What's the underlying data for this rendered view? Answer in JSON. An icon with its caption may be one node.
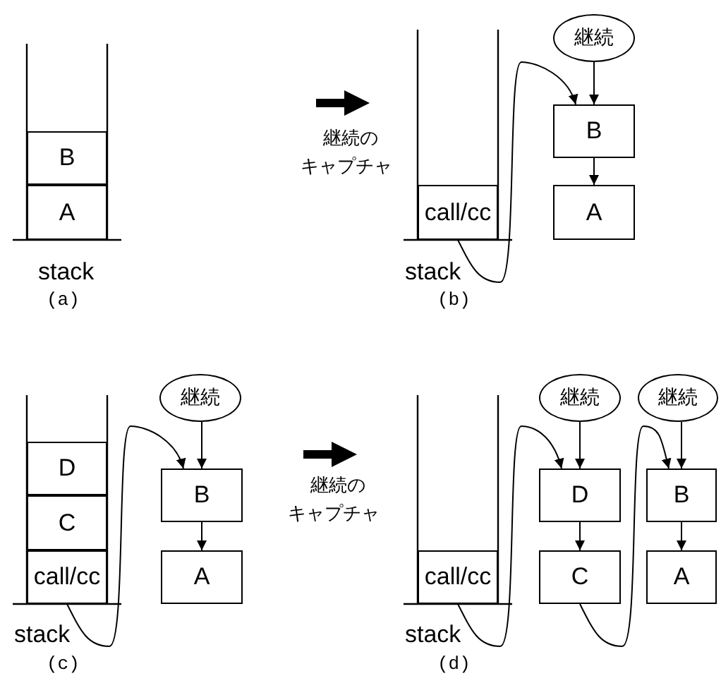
{
  "diagram": {
    "nodes": [
      {
        "text": [
          "B"
        ]
      },
      {
        "text": [
          "A"
        ]
      },
      {
        "text": [
          "call/cc"
        ]
      },
      {
        "text": [
          "継続"
        ]
      },
      {
        "text": [
          "B"
        ]
      },
      {
        "text": [
          "A"
        ]
      },
      {
        "text": [
          "D"
        ]
      },
      {
        "text": [
          "C"
        ]
      },
      {
        "text": [
          "call/cc"
        ]
      },
      {
        "text": [
          "継続"
        ]
      },
      {
        "text": [
          "B"
        ]
      },
      {
        "text": [
          "A"
        ]
      },
      {
        "text": [
          "call/cc"
        ]
      },
      {
        "text": [
          "継続"
        ]
      },
      {
        "text": [
          "D"
        ]
      },
      {
        "text": [
          "C"
        ]
      },
      {
        "text": [
          "継続"
        ]
      },
      {
        "text": [
          "B"
        ]
      },
      {
        "text": [
          "A"
        ]
      }
    ],
    "edges": [
      {
        "from": 2,
        "to": 4,
        "arrow": "to"
      },
      {
        "from": 3,
        "to": 4,
        "arrow": "to"
      },
      {
        "from": 4,
        "to": 5,
        "arrow": "to"
      },
      {
        "from": 8,
        "to": 10,
        "arrow": "to"
      },
      {
        "from": 9,
        "to": 10,
        "arrow": "to"
      },
      {
        "from": 10,
        "to": 11,
        "arrow": "to"
      },
      {
        "from": 12,
        "to": 14,
        "arrow": "to"
      },
      {
        "from": 13,
        "to": 14,
        "arrow": "to"
      },
      {
        "from": 14,
        "to": 15,
        "arrow": "to"
      },
      {
        "from": 15,
        "to": 17,
        "arrow": "to"
      },
      {
        "from": 16,
        "to": 17,
        "arrow": "to"
      },
      {
        "from": 17,
        "to": 18,
        "arrow": "to"
      }
    ],
    "labels": [
      "継続のキャプチャ",
      "stack",
      "stack",
      "(a)",
      "(b)",
      "継続のキャプチャ",
      "stack",
      "stack",
      "(c)",
      "(d)"
    ]
  }
}
